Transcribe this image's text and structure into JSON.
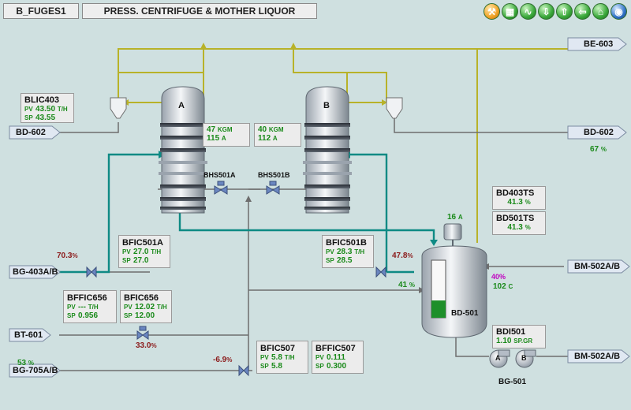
{
  "header": {
    "screen_id": "B_FUGES1",
    "title": "PRESS. CENTRIFUGE & MOTHER LIQUOR"
  },
  "toolbar": [
    {
      "name": "wrench-icon",
      "glyph": "⚒"
    },
    {
      "name": "palette-icon",
      "glyph": "▦"
    },
    {
      "name": "trend-icon",
      "glyph": "∿"
    },
    {
      "name": "arrow-down-icon",
      "glyph": "⇩"
    },
    {
      "name": "arrow-up-icon",
      "glyph": "⇧"
    },
    {
      "name": "arrow-left-icon",
      "glyph": "⇦"
    },
    {
      "name": "home-icon",
      "glyph": "⌂"
    },
    {
      "name": "logo-icon",
      "glyph": "◉"
    }
  ],
  "streams": {
    "be603": "BE-603",
    "bd602_left": "BD-602",
    "bd602_right": "BD-602",
    "bd602_right_pct": "67",
    "bg403": "BG-403A/B",
    "bm502_in": "BM-502A/B",
    "bt601": "BT-601",
    "bg705": "BG-705A/B",
    "bg705_pct": "53",
    "bm502_out": "BM-502A/B",
    "pct_unit": "%"
  },
  "centrifuges": {
    "a": {
      "label": "A",
      "speed": "47",
      "speed_unit": "KGM",
      "current": "115",
      "current_unit": "A"
    },
    "b": {
      "label": "B",
      "speed": "40",
      "speed_unit": "KGM",
      "current": "112",
      "current_unit": "A"
    }
  },
  "valves": {
    "bhs501a": "BHS501A",
    "bhs501b": "BHS501B",
    "bfic501a_out": "70.3",
    "bfic501b_out": "47.8",
    "bt601_out": "33.0",
    "bfic507_out": "-6.9"
  },
  "controllers": {
    "blic403": {
      "tag": "BLIC403",
      "pv_label": "PV",
      "pv": "43.50",
      "pv_unit": "T/H",
      "sp_label": "SP",
      "sp": "43.55"
    },
    "bfic501a": {
      "tag": "BFIC501A",
      "pv_label": "PV",
      "pv": "27.0",
      "pv_unit": "T/H",
      "sp_label": "SP",
      "sp": "27.0"
    },
    "bfic501b": {
      "tag": "BFIC501B",
      "pv_label": "PV",
      "pv": "28.3",
      "pv_unit": "T/H",
      "sp_label": "SP",
      "sp": "28.5"
    },
    "bffic656": {
      "tag": "BFFIC656",
      "pv_label": "PV",
      "pv": "---",
      "pv_unit": "T/H",
      "sp_label": "SP",
      "sp": "0.956"
    },
    "bfic656": {
      "tag": "BFIC656",
      "pv_label": "PV",
      "pv": "12.02",
      "pv_unit": "T/H",
      "sp_label": "SP",
      "sp": "12.00"
    },
    "bfic507": {
      "tag": "BFIC507",
      "pv_label": "PV",
      "pv": "5.8",
      "pv_unit": "T/H",
      "sp_label": "SP",
      "sp": "5.8"
    },
    "bffic507": {
      "tag": "BFFIC507",
      "pv_label": "PV",
      "pv": "0.111",
      "sp_label": "SP",
      "sp": "0.300"
    }
  },
  "indicators": {
    "bd403ts": {
      "tag": "BD403TS",
      "value": "41.3",
      "unit": "%"
    },
    "bd501ts": {
      "tag": "BD501TS",
      "value": "41.3",
      "unit": "%"
    },
    "bdi501": {
      "tag": "BDI501",
      "value": "1.10",
      "unit": "SP.GR"
    }
  },
  "tank": {
    "name": "BD-501",
    "agitator_current": "16",
    "agitator_unit": "A",
    "level_pct": 0.3,
    "inlet_pct": "41",
    "mv_pct": "40%",
    "temp": "102",
    "temp_unit": "C"
  },
  "pumps": {
    "a": "A",
    "b": "B",
    "name": "BG-501"
  },
  "colors": {
    "background": "#cfe0e0",
    "olive_pipe": "#b8b229",
    "teal_pipe": "#0e8a84",
    "grey_pipe": "#6e6e6e",
    "pv_green": "#1a8a1a",
    "output_red": "#8b1a1a",
    "magenta": "#c000c0",
    "level_fill": "#1e8f2a"
  }
}
